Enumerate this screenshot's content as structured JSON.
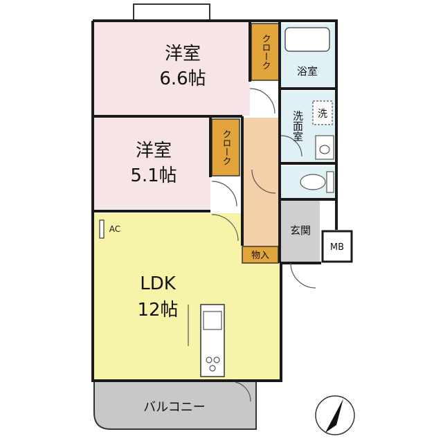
{
  "rooms": {
    "western1": {
      "name": "洋室",
      "size": "6.6帖"
    },
    "western2": {
      "name": "洋室",
      "size": "5.1帖"
    },
    "ldk": {
      "name": "LDK",
      "size": "12帖"
    },
    "closet1": "クローク",
    "closet2": "クローク",
    "bath": "浴室",
    "washroom": "洗\n面\n室",
    "washer": "洗",
    "entrance": "玄関",
    "storage": "物入",
    "mb": "MB",
    "ac": "AC",
    "balcony": "バルコニー"
  },
  "colors": {
    "western": "#f7e4e6",
    "ldk": "#f7f3a8",
    "hall": "#f5cfaa",
    "closet": "#e0a43a",
    "water": "#dff1f5",
    "entrance": "#cfcfcf",
    "balcony": "#c8c8c8",
    "wall": "#1a1a1a"
  },
  "compass": "north-arrow-icon"
}
